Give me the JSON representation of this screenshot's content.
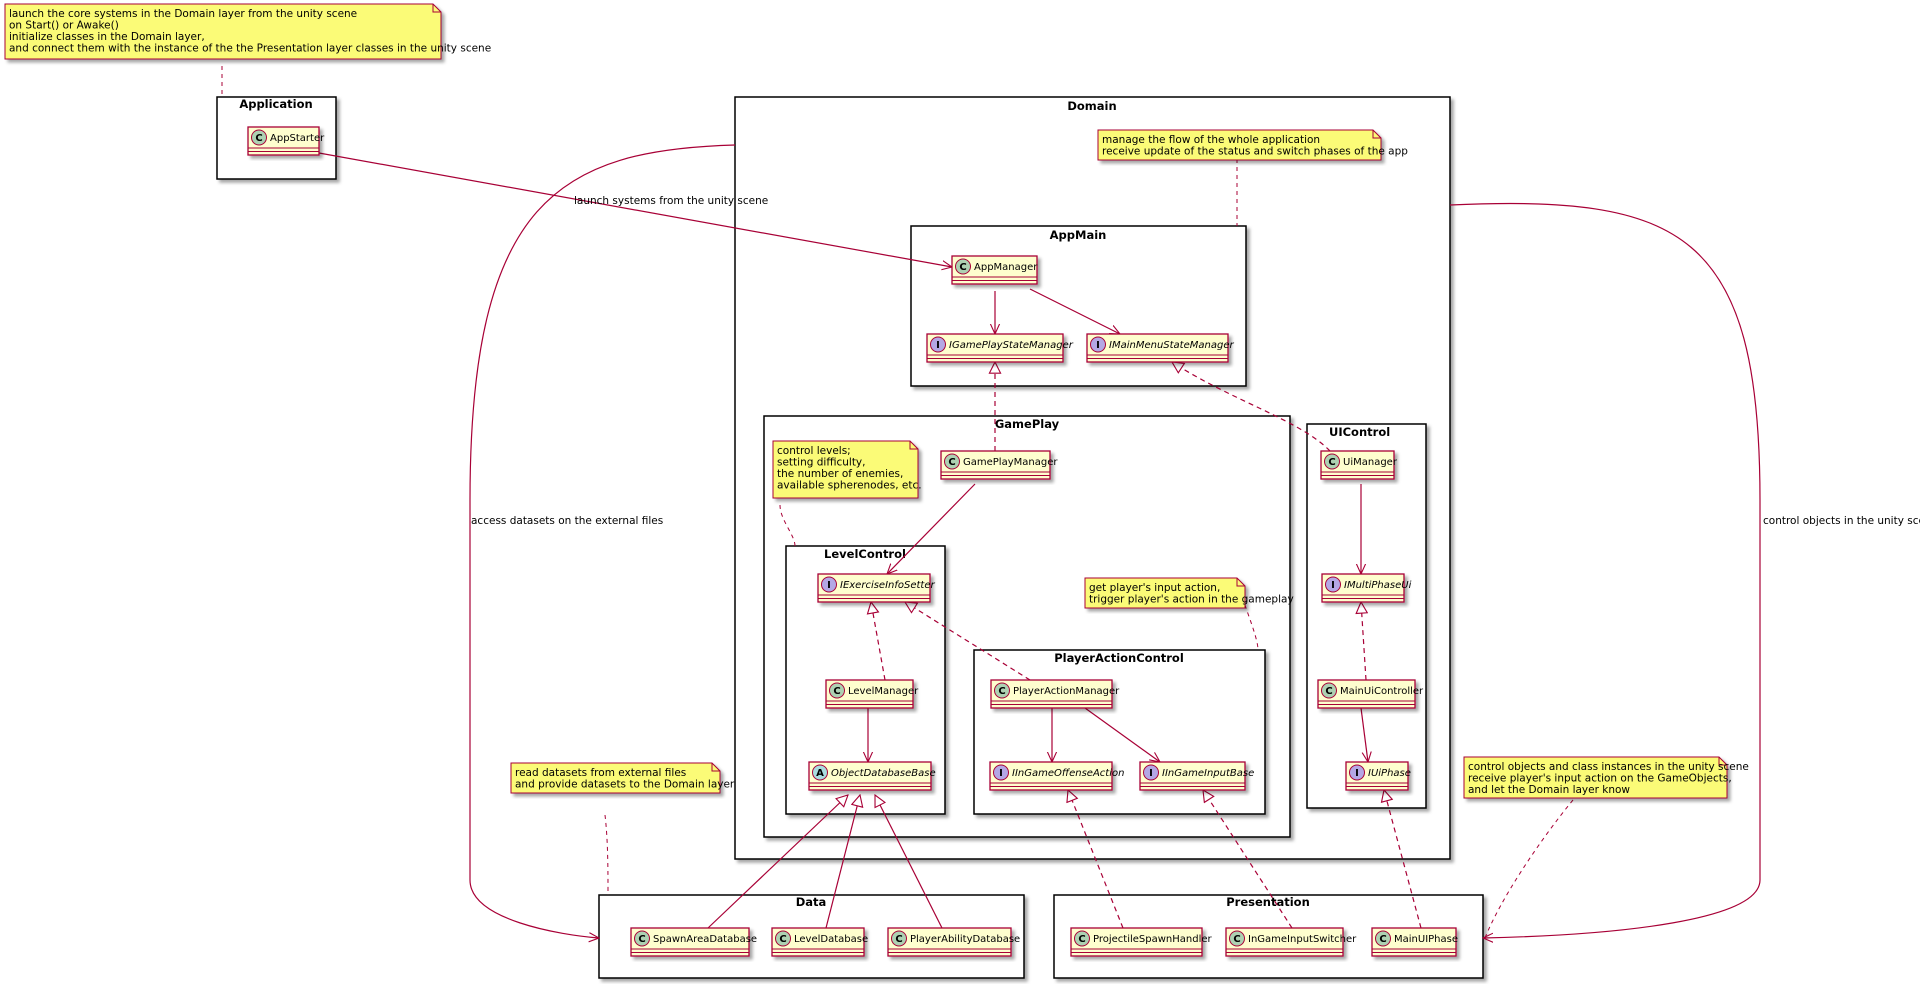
{
  "notes": {
    "application": [
      "launch the core systems in the Domain layer from the unity scene",
      "on Start() or Awake()",
      "initialize classes in the Domain layer,",
      "and connect them with the instance of the the Presentation layer classes in the unity scene"
    ],
    "appmain": [
      "manage the flow of the whole application",
      "receive update of the status and switch phases of the app"
    ],
    "levelcontrol": [
      "control levels;",
      "setting difficulty,",
      "the number of enemies,",
      "available spherenodes, etc."
    ],
    "playeractioncontrol": [
      "get player's input action,",
      "trigger player's action in the gameplay"
    ],
    "data": [
      "read datasets from external files",
      "and provide datasets to the Domain layer"
    ],
    "presentation": [
      "control objects and class instances in the unity scene",
      "receive player's input action on the GameObjects,",
      "and let the Domain layer know"
    ]
  },
  "packages": {
    "application": "Application",
    "domain": "Domain",
    "appmain": "AppMain",
    "gameplay": "GamePlay",
    "uicontrol": "UIControl",
    "levelcontrol": "LevelControl",
    "playeractioncontrol": "PlayerActionControl",
    "data": "Data",
    "presentation": "Presentation"
  },
  "classes": {
    "appstarter": "AppStarter",
    "appmanager": "AppManager",
    "igameplaystatemanager": "IGamePlayStateManager",
    "imainmenustatemanager": "IMainMenuStateManager",
    "gameplaymanager": "GamePlayManager",
    "iexerciseinfosetter": "IExerciseInfoSetter",
    "levelmanager": "LevelManager",
    "objectdatabasebase": "ObjectDatabaseBase",
    "playeractionmanager": "PlayerActionManager",
    "iingameoffenseaction": "IInGameOffenseAction",
    "iingameinputbase": "IInGameInputBase",
    "uimanager": "UiManager",
    "imultiphaseui": "IMultiPhaseUi",
    "mainuicontroller": "MainUiController",
    "iuiphase": "IUiPhase",
    "spawnareadatabase": "SpawnAreaDatabase",
    "leveldatabase": "LevelDatabase",
    "playerabilitydatabase": "PlayerAbilityDatabase",
    "projectilespawnhandler": "ProjectileSpawnHandler",
    "ingameinputswitcher": "InGameInputSwitcher",
    "mainuiphase": "MainUIPhase"
  },
  "stereotypes": {
    "class": "C",
    "interface": "I",
    "abstract": "A"
  },
  "edge_labels": {
    "launch": "launch systems from the unity scene",
    "access": "access datasets on the external files",
    "control": "control objects in the unity scene"
  },
  "colors": {
    "note_fill": "#fbfb77",
    "note_border": "#a80036",
    "class_fill": "#fefece",
    "class_border": "#a80036",
    "edge": "#a80036",
    "class_badge": "#add1b2",
    "interface_badge": "#b4a7e5",
    "abstract_badge": "#a9dcdf"
  }
}
